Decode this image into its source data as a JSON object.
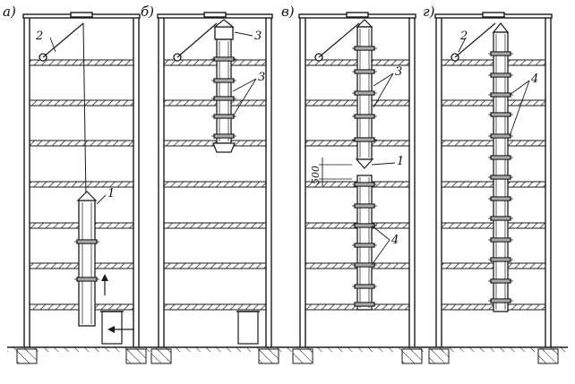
{
  "panels": [
    {
      "id": "a",
      "letter": "а)",
      "callouts": [
        {
          "text": "2",
          "target": "winch"
        },
        {
          "text": "1",
          "target": "lifted-unit"
        }
      ]
    },
    {
      "id": "b",
      "letter": "б)",
      "callouts": [
        {
          "text": "3",
          "target": "riser-top"
        },
        {
          "text": "3",
          "target": "riser-joints"
        }
      ]
    },
    {
      "id": "v",
      "letter": "в)",
      "callouts": [
        {
          "text": "3",
          "target": "upper-riser-joints"
        },
        {
          "text": "1",
          "target": "lifted-unit"
        },
        {
          "text": "4",
          "target": "lower-riser-joints"
        }
      ],
      "dimension": "500"
    },
    {
      "id": "g",
      "letter": "г)",
      "callouts": [
        {
          "text": "2",
          "target": "winch"
        },
        {
          "text": "4",
          "target": "riser-joints"
        }
      ]
    }
  ],
  "colors": {
    "ink": "#1a1a1a",
    "background": "#ffffff"
  }
}
